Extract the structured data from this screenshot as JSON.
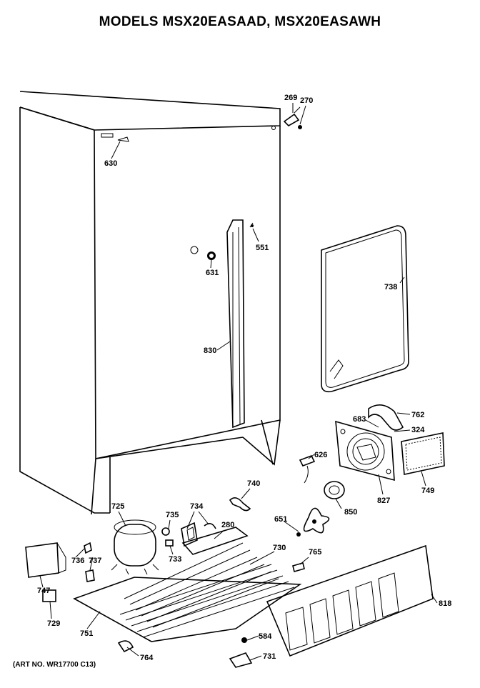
{
  "header": {
    "title": "MODELS MSX20EASAAD, MSX20EASAWH"
  },
  "footer": {
    "art_number": "(ART NO. WR17700 C13)"
  },
  "part_labels": {
    "p269": "269",
    "p270": "270",
    "p630": "630",
    "p551": "551",
    "p631": "631",
    "p738": "738",
    "p830": "830",
    "p762": "762",
    "p683": "683",
    "p324": "324",
    "p626": "626",
    "p740": "740",
    "p827": "827",
    "p749": "749",
    "p725": "725",
    "p735": "735",
    "p734": "734",
    "p280": "280",
    "p651": "651",
    "p850": "850",
    "p733": "733",
    "p730": "730",
    "p765": "765",
    "p736": "736",
    "p737": "737",
    "p747": "747",
    "p729": "729",
    "p751": "751",
    "p764": "764",
    "p584": "584",
    "p731": "731",
    "p818": "818"
  }
}
